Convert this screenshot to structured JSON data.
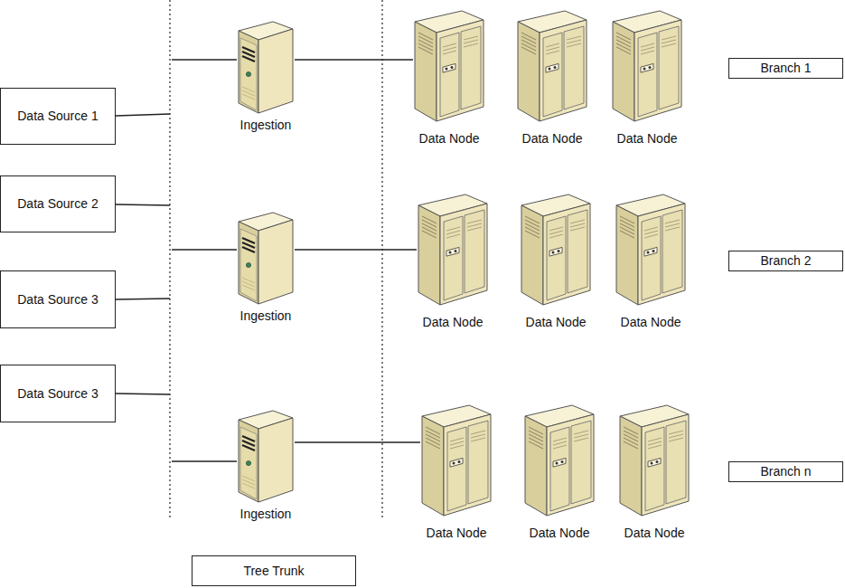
{
  "diagram": {
    "nodes": [
      {
        "text": [
          "Data Source 1"
        ]
      },
      {
        "text": [
          "Data Source 2"
        ]
      },
      {
        "text": [
          "Data Source 3"
        ]
      },
      {
        "text": [
          "Data Source 3"
        ]
      },
      {
        "text": [
          "Ingestion"
        ]
      },
      {
        "text": [
          "Data Node"
        ]
      },
      {
        "text": [
          "Data Node"
        ]
      },
      {
        "text": [
          "Data Node"
        ]
      },
      {
        "text": [
          "Branch 1"
        ]
      },
      {
        "text": [
          "Ingestion"
        ]
      },
      {
        "text": [
          "Data Node"
        ]
      },
      {
        "text": [
          "Data Node"
        ]
      },
      {
        "text": [
          "Data Node"
        ]
      },
      {
        "text": [
          "Branch 2"
        ]
      },
      {
        "text": [
          "Ingestion"
        ]
      },
      {
        "text": [
          "Data Node"
        ]
      },
      {
        "text": [
          "Data Node"
        ]
      },
      {
        "text": [
          "Data Node"
        ]
      },
      {
        "text": [
          "Branch n"
        ]
      },
      {
        "text": [
          "Tree Trunk"
        ]
      }
    ],
    "edges": [
      {
        "from": 4,
        "to": 5,
        "arrow": "none"
      },
      {
        "from": 9,
        "to": 10,
        "arrow": "none"
      },
      {
        "from": 14,
        "to": 15,
        "arrow": "none"
      }
    ]
  }
}
